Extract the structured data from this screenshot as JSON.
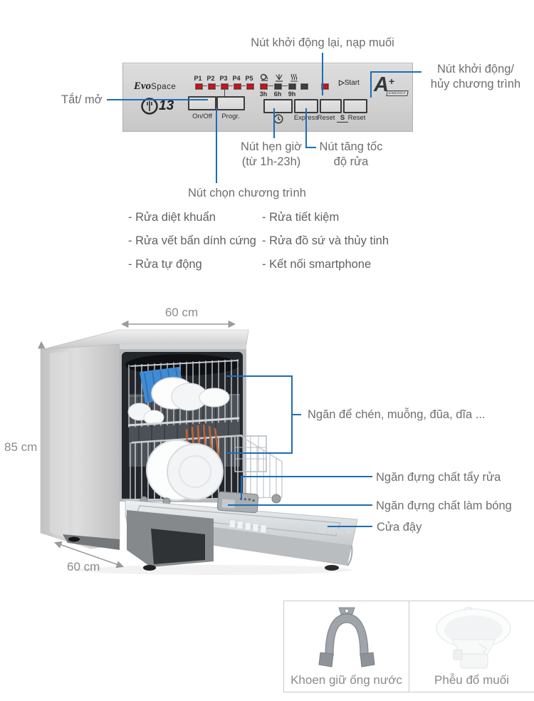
{
  "colors": {
    "accent_blue": "#1b6db6",
    "panel_bg": "#d2d2d2",
    "led_red": "#c6161f"
  },
  "panel": {
    "brand_evo": "Evo",
    "brand_space": "Space",
    "brand_badge": "13",
    "p_labels": [
      "P1",
      "P2",
      "P3",
      "P4",
      "P5"
    ],
    "btn_on_off": "On/Off",
    "btn_progr": "Progr.",
    "delay_hours": [
      "3h",
      "6h",
      "9h"
    ],
    "btn_express": "Express",
    "btn_reset_s": "Reset",
    "reset_s_glyph": "S",
    "btn_reset": "Reset",
    "start_glyph": "▷",
    "start_label": "Start",
    "energy_grade": "A",
    "energy_plus": "+",
    "energy_label": "ENERGY"
  },
  "callouts": {
    "restart_salt": "Nút khởi động lại, nạp muối",
    "start_cancel_line1": "Nút khởi động/",
    "start_cancel_line2": "hủy chương trình",
    "power": "Tắt/ mở",
    "timer_line1": "Nút hẹn giờ",
    "timer_line2": "(từ 1h-23h)",
    "express_line1": "Nút tăng tốc",
    "express_line2": "độ rửa",
    "program_select": "Nút chọn chương trình",
    "racks": "Ngăn để chén, muỗng, đũa, dĩa ...",
    "detergent": "Ngăn đựng chất tẩy rửa",
    "rinse_aid": "Ngăn đựng chất làm bóng",
    "door": "Cửa đậy"
  },
  "program_list": {
    "left": [
      "- Rửa diệt khuẩn",
      "- Rửa vết bẩn dính cứng",
      "- Rửa tự động"
    ],
    "right": [
      "- Rửa tiết kiệm",
      "- Rửa đồ sứ và thủy tinh",
      "- Kết nối smartphone"
    ]
  },
  "dimensions": {
    "width": "60 cm",
    "height": "85 cm",
    "depth": "60 cm"
  },
  "accessories": [
    {
      "label": "Khoen giữ ống nước"
    },
    {
      "label": "Phễu đổ muối"
    }
  ]
}
